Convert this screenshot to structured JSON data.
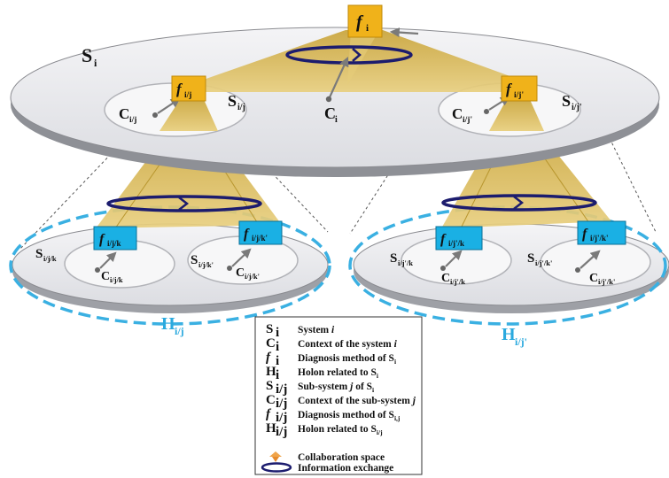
{
  "colors": {
    "method_top": "#f0b21a",
    "method_sub": "#1ab0e4",
    "collab": "#d8b552",
    "exchange": "#1c1c6e",
    "holon_border": "#3ab0e2",
    "holon_label": "#2aa9de"
  },
  "top": {
    "method": "f",
    "method_sub": "i",
    "system": "S",
    "system_sub": "i",
    "context": "C",
    "context_sub": "i"
  },
  "left": {
    "method": "f",
    "method_sub": "i/j",
    "system": "S",
    "system_sub": "i/j",
    "context": "C",
    "context_sub": "i/j"
  },
  "right": {
    "method": "f",
    "method_sub": "i/j'",
    "system": "S",
    "system_sub": "i/j'",
    "context": "C",
    "context_sub": "i/j'"
  },
  "holon_left": {
    "label": "H",
    "label_sub": "i/j",
    "a": {
      "method": "f",
      "method_sub": "i/j/k",
      "system": "S",
      "system_sub": "i/j/k",
      "context": "C",
      "context_sub": "i/j/k"
    },
    "b": {
      "method": "f",
      "method_sub": "i/j/k'",
      "system": "S",
      "system_sub": "i/j/k'",
      "context": "C",
      "context_sub": "i/j/k'"
    }
  },
  "holon_right": {
    "label": "H",
    "label_sub": "i/j'",
    "a": {
      "method": "f",
      "method_sub": "i/j'/k",
      "system": "S",
      "system_sub": "i/j'/k",
      "context": "C",
      "context_sub": "i/j'/k"
    },
    "b": {
      "method": "f",
      "method_sub": "i/j'/k'",
      "system": "S",
      "system_sub": "i/j'/k'",
      "context": "C",
      "context_sub": "i/j'/k'"
    }
  },
  "legend": [
    {
      "sym": "S",
      "sub": "i",
      "text": "System",
      "text_it": "i"
    },
    {
      "sym": "C",
      "sub": "i",
      "text": "Context of the system",
      "text_it": "i"
    },
    {
      "sym": "f",
      "sub": "i",
      "text": "Diagnosis method of S",
      "text_sub": "i"
    },
    {
      "sym": "H",
      "sub": "i",
      "text": "Holon related to S",
      "text_sub": "i"
    },
    {
      "sym": "S",
      "sub": "i/j",
      "text": "Sub-system",
      "text_it": "j",
      "text_after": "of S",
      "text_sub": "i"
    },
    {
      "sym": "C",
      "sub": "i/j",
      "text": "Context of the sub-system",
      "text_it": "j"
    },
    {
      "sym": "f",
      "sub": "i/j",
      "text": "Diagnosis method of S",
      "text_sub": "i,j"
    },
    {
      "sym": "H",
      "sub": "i/j",
      "text": "Holon related to S",
      "text_sub": "i/j"
    }
  ],
  "legend_collab": "Collaboration space",
  "legend_exchange": "Information exchange"
}
